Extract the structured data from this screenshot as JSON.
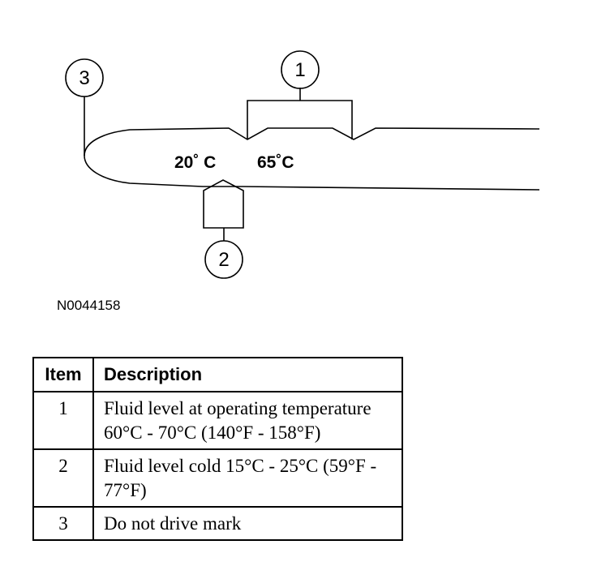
{
  "diagram": {
    "temp_low": "20˚ C",
    "temp_high": "65˚C",
    "callouts": [
      "1",
      "2",
      "3"
    ],
    "figure_id": "N0044158"
  },
  "legend": {
    "headers": {
      "item": "Item",
      "description": "Description"
    },
    "rows": [
      {
        "item": "1",
        "description": "Fluid level at operating temperature 60°C - 70°C (140°F - 158°F)"
      },
      {
        "item": "2",
        "description": "Fluid level cold 15°C - 25°C (59°F - 77°F)"
      },
      {
        "item": "3",
        "description": "Do not drive mark"
      }
    ]
  }
}
